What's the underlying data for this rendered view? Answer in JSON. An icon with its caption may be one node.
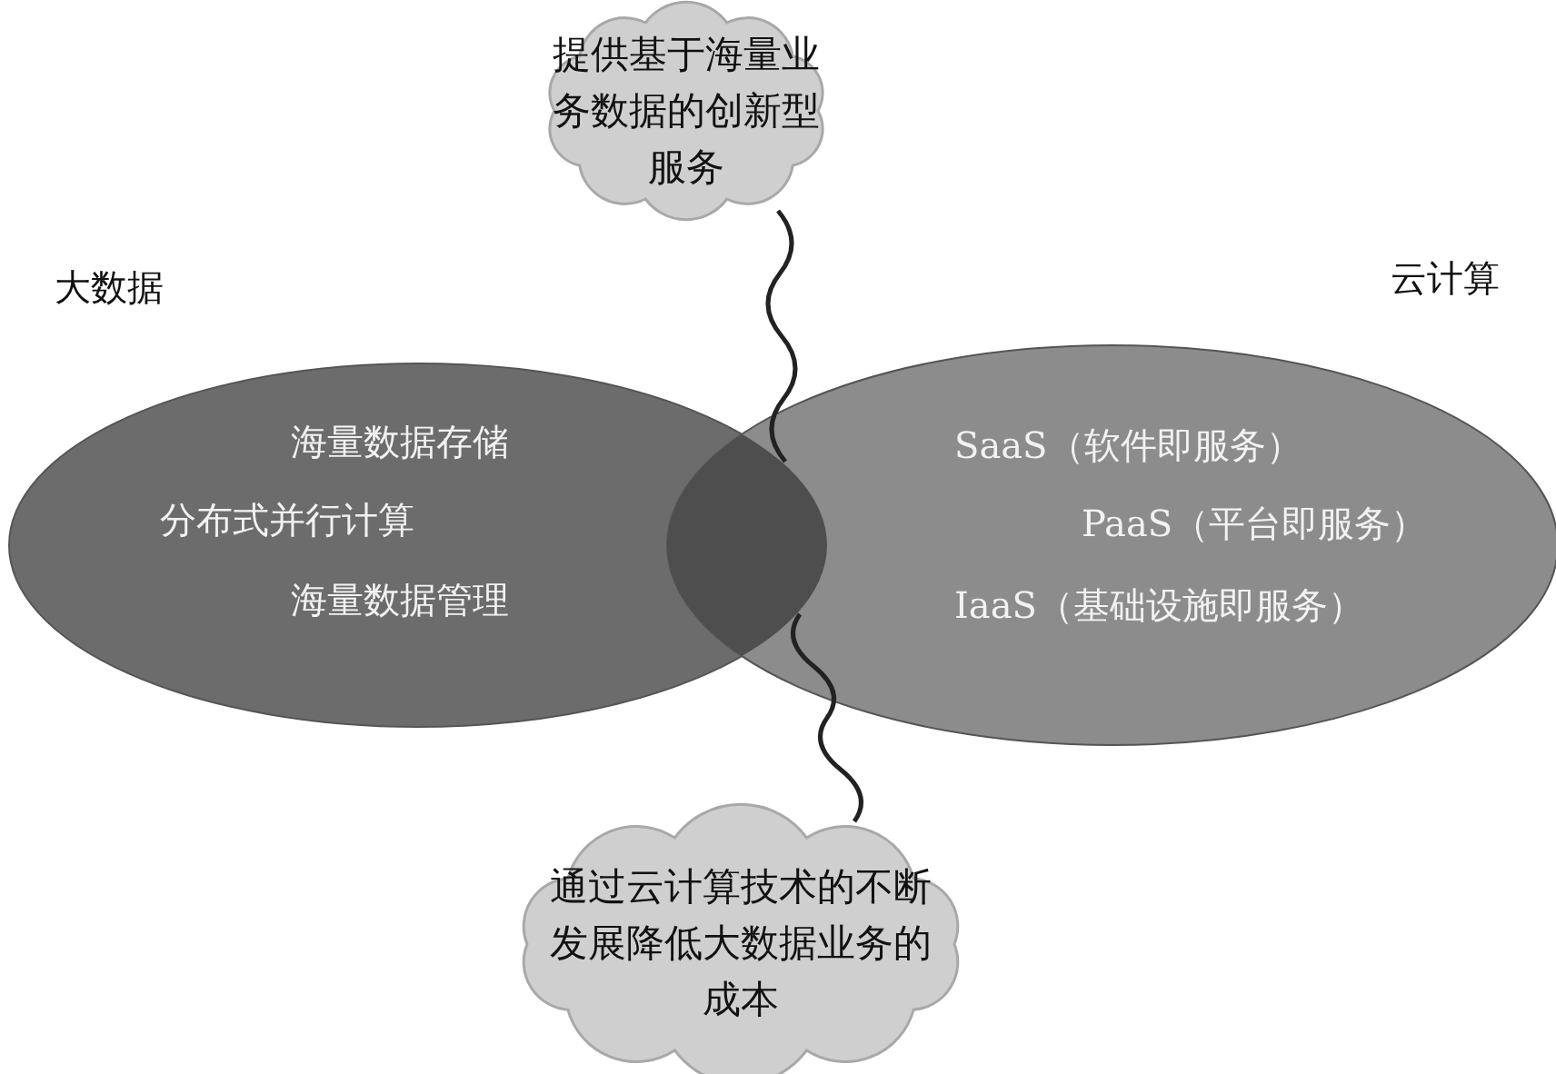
{
  "diagram": {
    "nodes": [
      {
        "text": [
          "大数据",
          "海量数据存储",
          "分布式并行计算",
          "海量数据管理"
        ]
      },
      {
        "text": [
          "云计算",
          "SaaS（软件即服务）",
          "PaaS（平台即服务）",
          "IaaS（基础设施即服务）"
        ]
      },
      {
        "text": [
          "提供基于海量业务数据的创新型服务"
        ]
      },
      {
        "text": [
          "通过云计算技术的不断发展降低大数据业务的成本"
        ]
      },
      {
        "text": [],
        "shape": "lens"
      }
    ],
    "edges": [
      {
        "from": 2,
        "to": 4,
        "arrow": "none"
      },
      {
        "from": 3,
        "to": 4,
        "arrow": "none"
      }
    ]
  }
}
